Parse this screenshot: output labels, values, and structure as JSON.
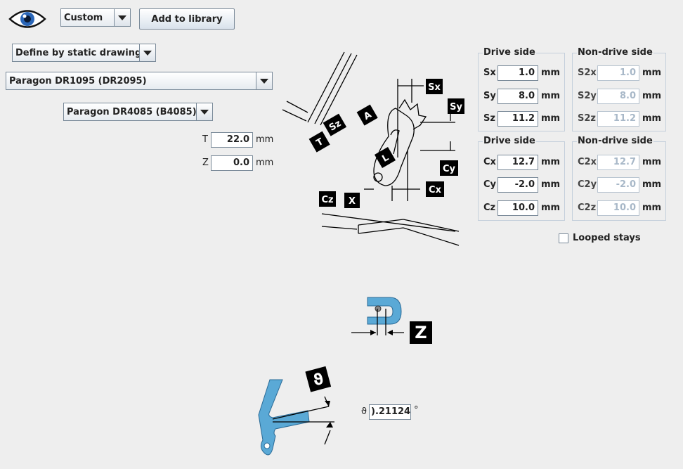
{
  "toolbar": {
    "preset": "Custom",
    "add_label": "Add to library"
  },
  "define_mode": "Define by static drawing",
  "rear_derailleur": "Paragon DR1095 (DR2095)",
  "front_derailleur": "Paragon DR4085 (B4085)",
  "dims": {
    "t_label": "T",
    "t_value": "22.0",
    "z_label": "Z",
    "z_value": "0.0",
    "unit": "mm"
  },
  "drive_top": {
    "title": "Drive side",
    "rows": [
      {
        "label": "Sx",
        "value": "1.0"
      },
      {
        "label": "Sy",
        "value": "8.0"
      },
      {
        "label": "Sz",
        "value": "11.2"
      }
    ]
  },
  "nondrive_top": {
    "title": "Non-drive side",
    "rows": [
      {
        "label": "S2x",
        "value": "1.0"
      },
      {
        "label": "S2y",
        "value": "8.0"
      },
      {
        "label": "S2z",
        "value": "11.2"
      }
    ]
  },
  "drive_bottom": {
    "title": "Drive side",
    "rows": [
      {
        "label": "Cx",
        "value": "12.7"
      },
      {
        "label": "Cy",
        "value": "-2.0"
      },
      {
        "label": "Cz",
        "value": "10.0"
      }
    ]
  },
  "nondrive_bottom": {
    "title": "Non-drive side",
    "rows": [
      {
        "label": "C2x",
        "value": "12.7"
      },
      {
        "label": "C2y",
        "value": "-2.0"
      },
      {
        "label": "C2z",
        "value": "10.0"
      }
    ]
  },
  "looped_stays": "Looped stays",
  "angle": {
    "symbol": "ϑ",
    "value": ").21124",
    "unit": "°"
  },
  "diagram_tags": {
    "sx": "Sx",
    "sy": "Sy",
    "sz": "Sz",
    "a": "A",
    "t": "T",
    "l": "L",
    "cy": "Cy",
    "cx": "Cx",
    "cz": "Cz",
    "x": "X",
    "z": "Z",
    "theta": "ϑ"
  },
  "colors": {
    "part_blue": "#5aa9d6"
  }
}
